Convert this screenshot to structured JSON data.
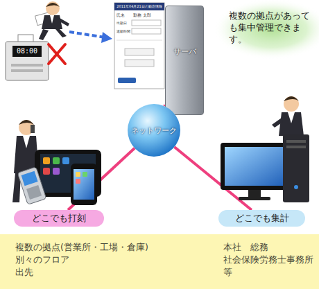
{
  "diagram": {
    "nodes": [
      {
        "text": [
          "サーバ"
        ]
      },
      {
        "text": [
          "ネットワーク"
        ]
      },
      {
        "text": [
          "どこでも打刻"
        ]
      },
      {
        "text": [
          "どこでも集計"
        ]
      },
      {
        "text": [
          "複数の拠点(営業所・工場・倉庫)",
          "別々のフロア",
          "出先"
        ]
      },
      {
        "text": [
          "本社　総務",
          "社会保険労務士事務所",
          "等"
        ]
      }
    ],
    "edges": [
      {
        "from": 1,
        "to": 0,
        "arrow": "none"
      },
      {
        "from": 1,
        "to": 2,
        "arrow": "none"
      },
      {
        "from": 1,
        "to": 3,
        "arrow": "none"
      }
    ],
    "labels": [
      "08:00",
      "2011年04月21日の勤怠情報",
      "氏名",
      "勤務 太郎",
      "出勤日",
      "退勤時間",
      "複数の拠点があっても集中管理できます。"
    ]
  }
}
